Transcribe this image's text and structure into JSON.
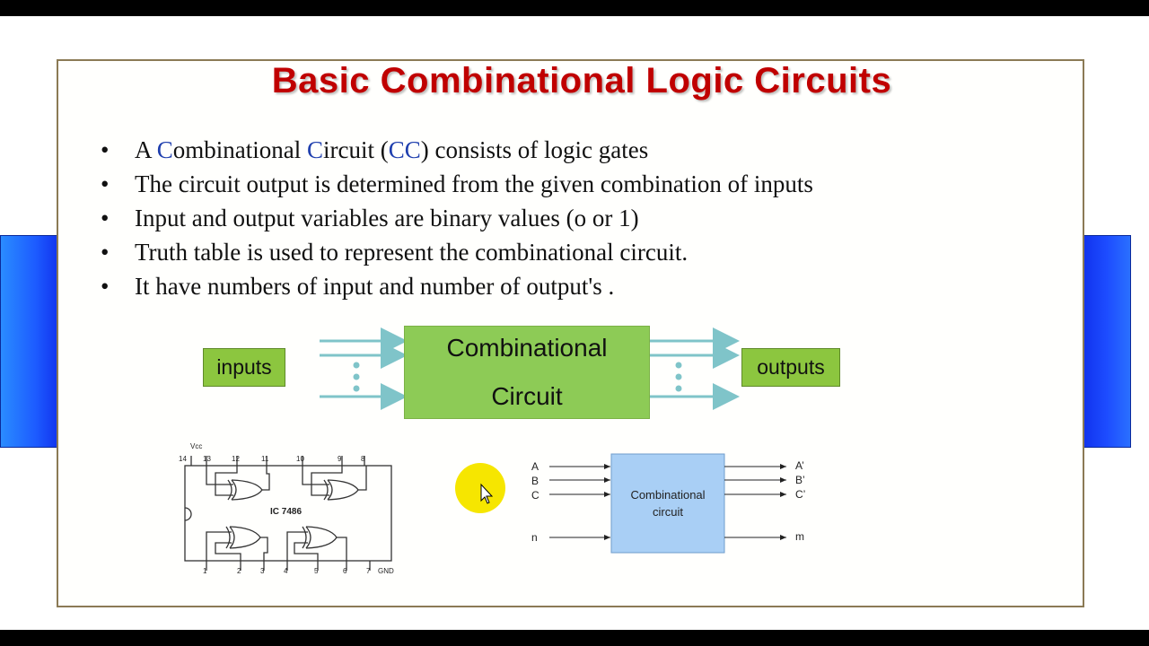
{
  "slide": {
    "title": "Basic Combinational Logic Circuits",
    "bullets": [
      {
        "parts": [
          "A ",
          "C",
          "ombinational ",
          "C",
          "ircuit  (",
          "CC",
          ") consists of logic gates"
        ]
      },
      {
        "text": "The circuit output is determined from the given combination of inputs"
      },
      {
        "text": "Input and output variables are binary values (o or 1)"
      },
      {
        "text": "Truth table is used to represent the combinational circuit."
      },
      {
        "text": "It have numbers of input and number of output's  ."
      }
    ],
    "bullet_glyph": "•"
  },
  "block_diagram": {
    "inputs_label": "inputs",
    "outputs_label": "outputs",
    "circuit_line1": "Combinational",
    "circuit_line2": "Circuit",
    "arrow_color": "#7fc4c9",
    "box_color": "#8cc63f"
  },
  "ic_diagram": {
    "chip_label": "IC 7486",
    "top_pins": [
      "14",
      "13",
      "12",
      "11",
      "10",
      "9",
      "8"
    ],
    "bottom_pins": [
      "1",
      "2",
      "3",
      "4",
      "5",
      "6",
      "7"
    ],
    "vcc_label": "Vcc",
    "gnd_label": "GND"
  },
  "generic_block": {
    "label_line1": "Combinational",
    "label_line2": "circuit",
    "inputs": [
      "A",
      "B",
      "C",
      "n"
    ],
    "outputs": [
      "A’",
      "B’",
      "C’",
      "m"
    ],
    "box_color": "#a9cff5"
  }
}
